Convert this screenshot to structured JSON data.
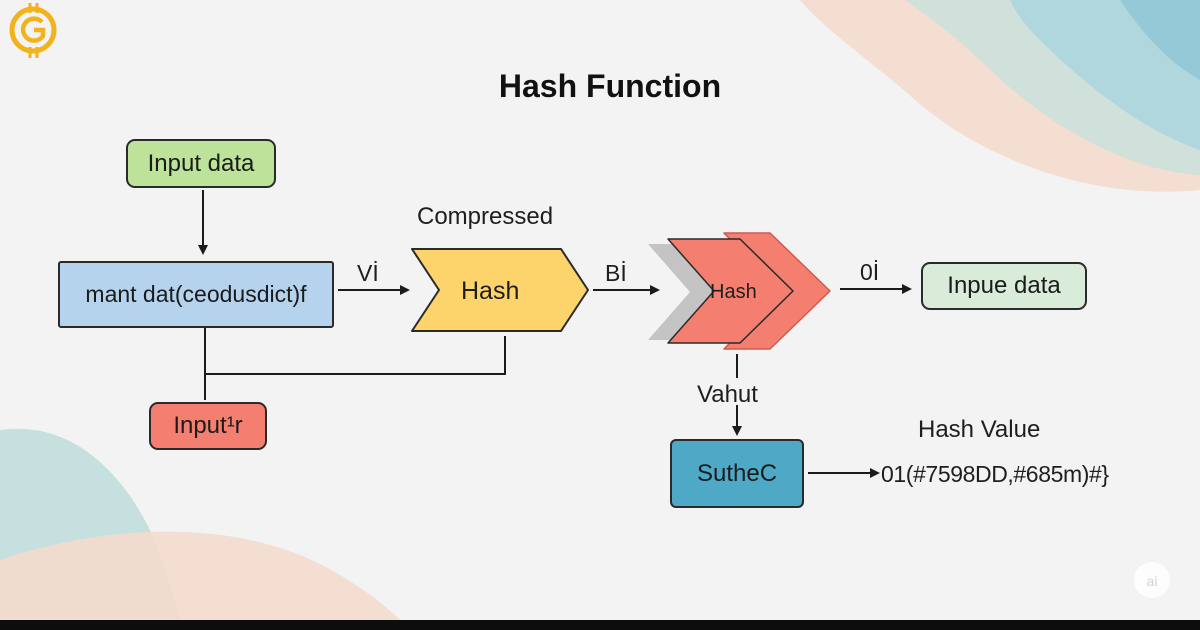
{
  "title": "Hash Function",
  "nodes": {
    "input_data": "Input data",
    "main_box": "mant dat(ceodusdict)f",
    "hash_yellow": "Hash",
    "hash_red": "Hash",
    "output_data": "Inpue data",
    "input_r": "Input¹r",
    "suthec": "SutheC"
  },
  "labels": {
    "compressed": "Compressed",
    "vi": "Vİ",
    "bi": "Bİ",
    "oi": "0İ",
    "vahut": "Vahut",
    "hash_value_heading": "Hash Value",
    "hash_value": "01(#7598DD,#685m)#}"
  },
  "colors": {
    "green": "#bde39a",
    "light_green": "#d8ecd9",
    "blue": "#b6d3ee",
    "yellow": "#fcd46b",
    "red": "#f47f70",
    "teal": "#4ea9c6",
    "logo_gold": "#f2b21b"
  },
  "icons": {
    "logo": "gold-coin-logo-icon",
    "watermark": "watermark-icon"
  }
}
